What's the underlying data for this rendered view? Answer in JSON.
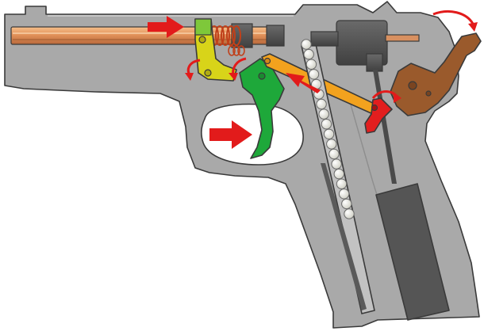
{
  "diagram": {
    "subject": "airgun-pistol-cutaway",
    "colors": {
      "frame": "#a8a8a8",
      "frame_dark": "#8c8c8c",
      "barrel": "#d98a4a",
      "barrel_light": "#f0b07a",
      "dark_parts": "#555555",
      "slot": "#c4c4c4",
      "trigger": "#1faa3c",
      "sear_yellow": "#d6d21a",
      "trigger_bar": "#f2a020",
      "red_lever": "#e02020",
      "hammer": "#9a5a2a",
      "arrow": "#e21b1b",
      "bb": "#f4f4ec",
      "background": "#ffffff"
    },
    "arrow_count": 7,
    "bb_count": 18
  }
}
